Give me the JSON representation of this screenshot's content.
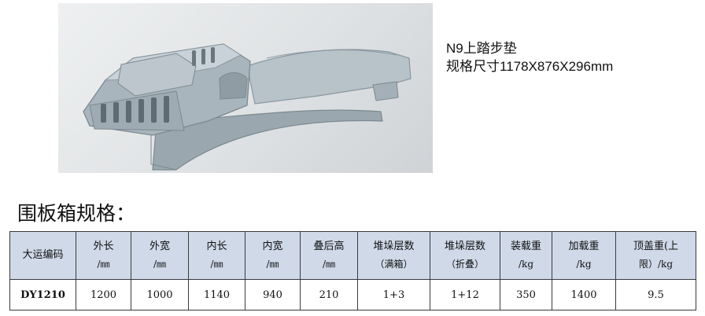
{
  "caption": {
    "line1": "N9上踏步垫",
    "line2": "规格尺寸1178X876X296mm"
  },
  "section_title": "围板箱规格：",
  "table": {
    "headers": [
      {
        "top": "大运编码",
        "bottom": ""
      },
      {
        "top": "外长",
        "bottom": "/㎜"
      },
      {
        "top": "外宽",
        "bottom": "/㎜"
      },
      {
        "top": "内长",
        "bottom": "/㎜"
      },
      {
        "top": "内宽",
        "bottom": "/㎜"
      },
      {
        "top": "叠后高",
        "bottom": "/㎜"
      },
      {
        "top": "堆垛层数",
        "bottom": "（满箱）"
      },
      {
        "top": "堆垛层数",
        "bottom": "（折叠）"
      },
      {
        "top": "装载重",
        "bottom": "/kg"
      },
      {
        "top": "加载重",
        "bottom": "/kg"
      },
      {
        "top": "顶盖重(上",
        "bottom": "限）/kg"
      }
    ],
    "rows": [
      [
        "DY1210",
        "1200",
        "1000",
        "1140",
        "940",
        "210",
        "1+3",
        "1+12",
        "350",
        "1400",
        "9.5"
      ]
    ]
  },
  "colors": {
    "header_bg": "#cfd9e8",
    "part_fill": "#a9b5bd"
  }
}
